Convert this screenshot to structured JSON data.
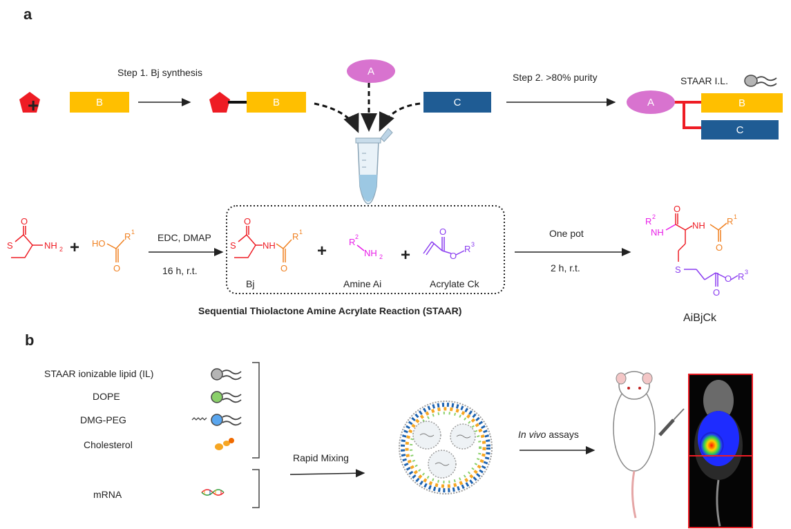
{
  "panel_a": {
    "label": "a",
    "step1_label": "Step 1. Bj synthesis",
    "step2_label": "Step 2. >80% purity",
    "plus": "+",
    "block_a": "A",
    "block_b": "B",
    "block_c": "C",
    "legend_label": "STAAR I.L.",
    "reagents_top": "EDC, DMAP",
    "conditions_bottom": "16 h, r.t.",
    "onepot_top": "One pot",
    "onepot_bottom": "2 h, r.t.",
    "bj_label": "Bj",
    "amine_label": "Amine Ai",
    "acrylate_label": "Acrylate Ck",
    "product_label": "AiBjCk",
    "reaction_title_pre": "Sequential Thiolactone Amine Acrylate Reaction (",
    "reaction_title_abbr": "STAAR",
    "reaction_title_post": ")",
    "chem": {
      "S": "S",
      "O": "O",
      "NH2": "NH",
      "sub2": "2",
      "HO": "HO",
      "R": "R",
      "sup1": "1",
      "sup2": "2",
      "sup3": "3",
      "NH": "NH"
    },
    "colors": {
      "red": "#ee1c24",
      "orange": "#f08020",
      "magenta": "#e81ee8",
      "purple": "#8a3cf0",
      "block_b": "#ffbf00",
      "block_c": "#1f5c94",
      "block_a": "#d873cf"
    }
  },
  "panel_b": {
    "label": "b",
    "components": [
      "STAAR ionizable lipid (IL)",
      "DOPE",
      "DMG-PEG",
      "Cholesterol"
    ],
    "mrna": "mRNA",
    "rapid_mixing": "Rapid Mixing",
    "invivo_italic": "In vivo",
    "invivo_rest": " assays"
  }
}
